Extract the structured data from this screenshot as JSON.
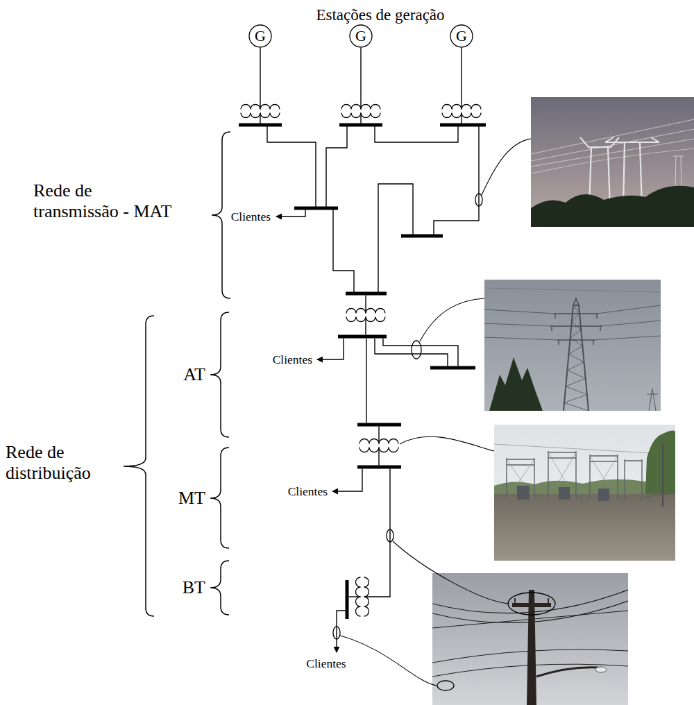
{
  "diagram": {
    "title": "Estações de geração",
    "nodes": [
      {
        "text": [
          "G"
        ]
      },
      {
        "text": [
          "G"
        ]
      },
      {
        "text": [
          "G"
        ]
      }
    ],
    "labels": [
      "Rede de transmissão - MAT",
      "Clientes",
      "Clientes",
      "AT",
      "Rede de distribuição",
      "Clientes",
      "MT",
      "BT",
      "Clientes"
    ]
  }
}
